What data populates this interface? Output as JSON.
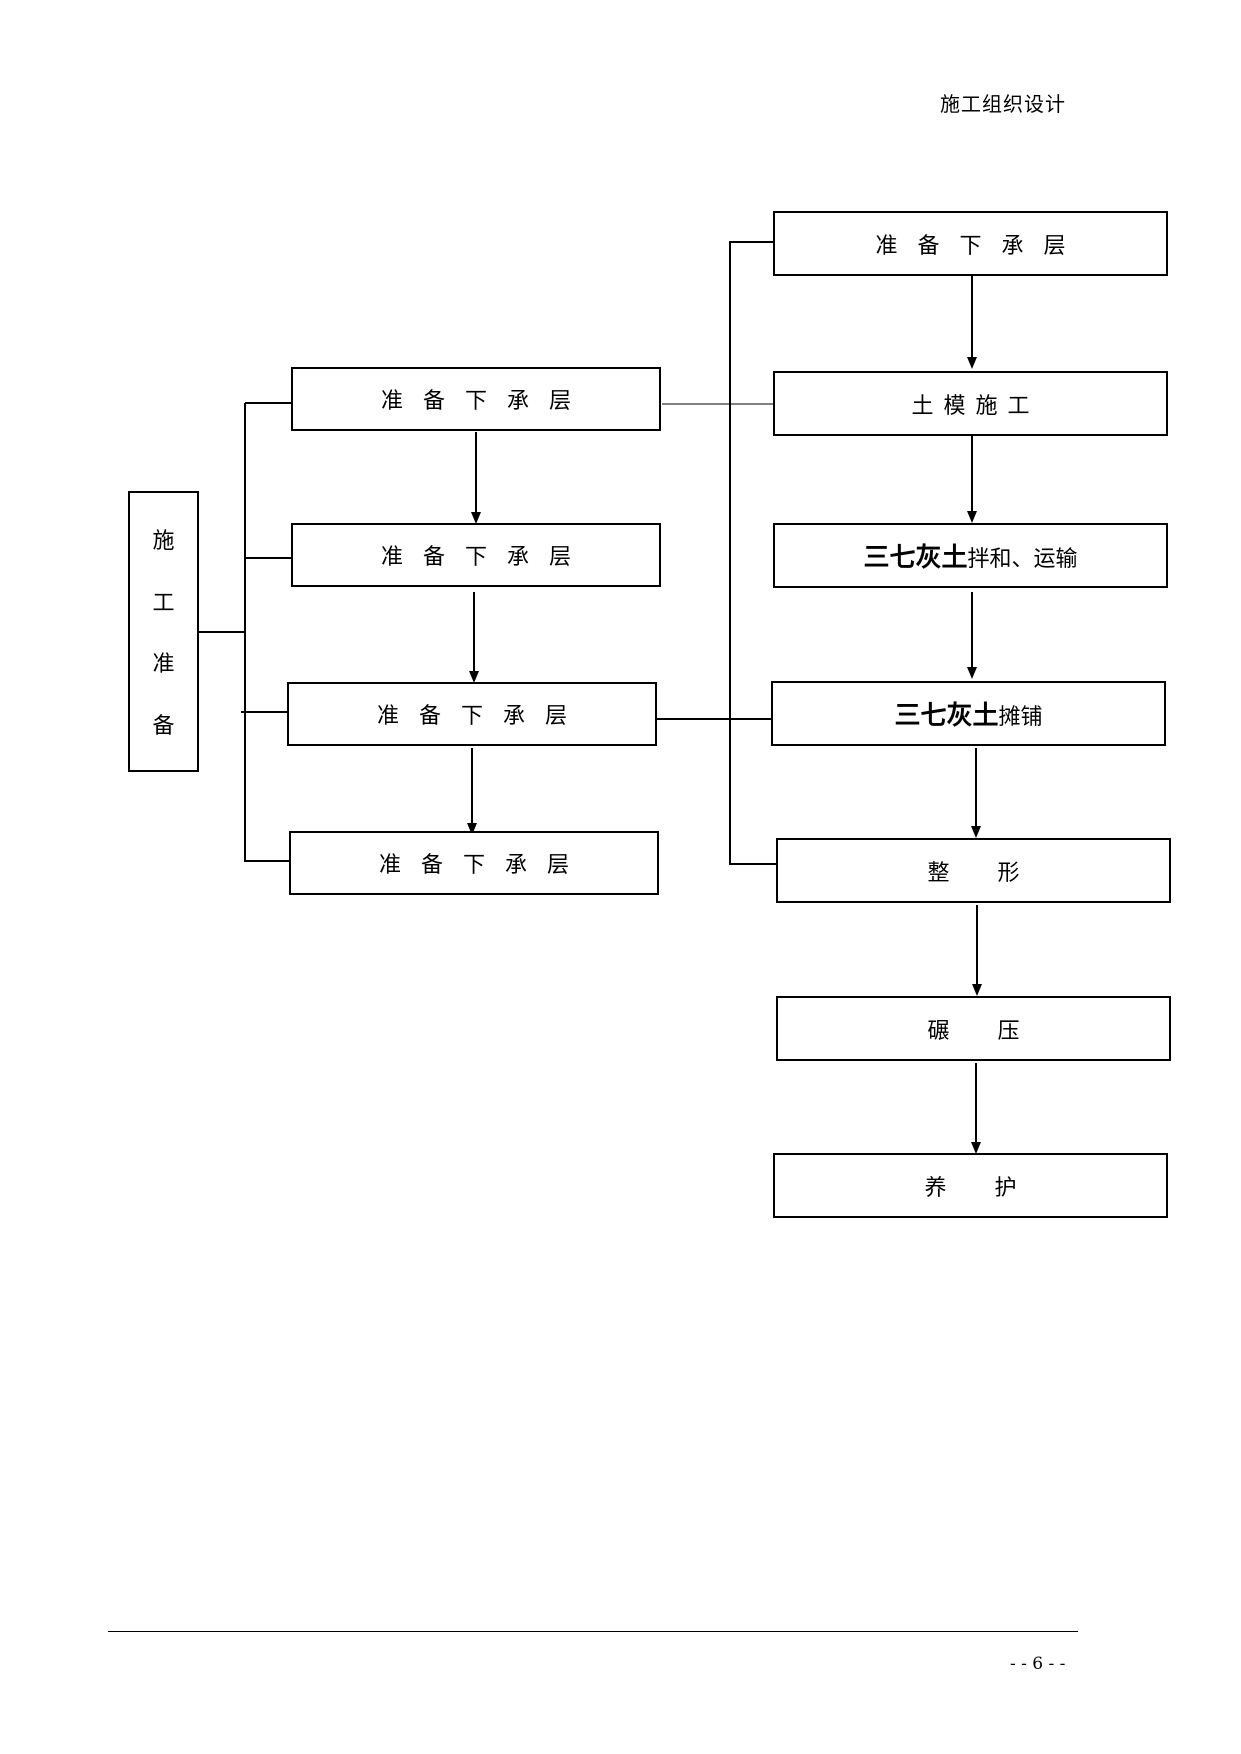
{
  "header": {
    "title": "施工组织设计"
  },
  "root": {
    "chars": [
      "施",
      "工",
      "准",
      "备"
    ]
  },
  "left_column": [
    {
      "label": "准备下承层"
    },
    {
      "label": "准备下承层"
    },
    {
      "label": "准备下承层"
    },
    {
      "label": "准备下承层"
    }
  ],
  "right_column": {
    "step1": {
      "label": "准备下承层"
    },
    "step2": {
      "label": "土模施工"
    },
    "step3": {
      "bold": "三七灰土",
      "rest": "拌和、运输"
    },
    "step4": {
      "bold": "三七灰土",
      "rest": "摊铺"
    },
    "step5": {
      "label": "整形"
    },
    "step6": {
      "label": "碾压"
    },
    "step7": {
      "label": "养护"
    }
  },
  "footer": {
    "page": "- - 6 - -"
  }
}
